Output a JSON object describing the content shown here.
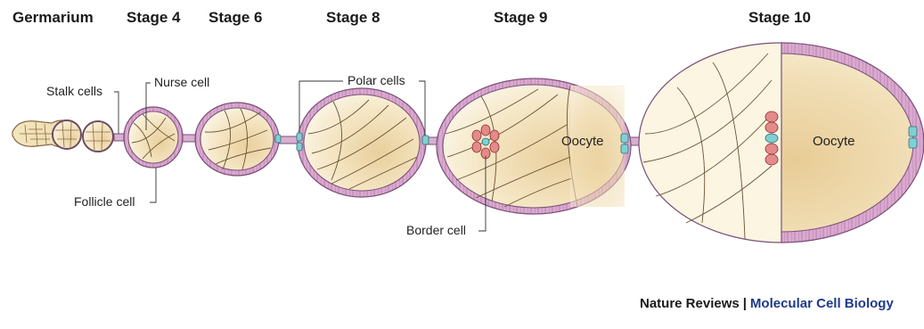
{
  "stages": [
    {
      "id": "germarium",
      "label": "Germarium"
    },
    {
      "id": "stage4",
      "label": "Stage 4"
    },
    {
      "id": "stage6",
      "label": "Stage 6"
    },
    {
      "id": "stage8",
      "label": "Stage 8"
    },
    {
      "id": "stage9",
      "label": "Stage 9"
    },
    {
      "id": "stage10",
      "label": "Stage 10"
    }
  ],
  "labels": {
    "stalk_cells": "Stalk cells",
    "nurse_cell": "Nurse cell",
    "follicle_cell": "Follicle cell",
    "polar_cells": "Polar cells",
    "border_cell": "Border cell",
    "oocyte_stage9": "Oocyte",
    "oocyte_stage10": "Oocyte"
  },
  "credit": {
    "journal": "Nature Reviews",
    "separator": "|",
    "subject": "Molecular Cell Biology"
  },
  "colors": {
    "follicle_layer": "#d9a9cf",
    "follicle_outline": "#7a4f78",
    "cytoplasm_light": "#fbf6e6",
    "cytoplasm_dark": "#ebd3a2",
    "polar_cell": "#7fd0d4",
    "border_cell": "#e58a8a",
    "credit_subject": "#1f3a8a"
  }
}
